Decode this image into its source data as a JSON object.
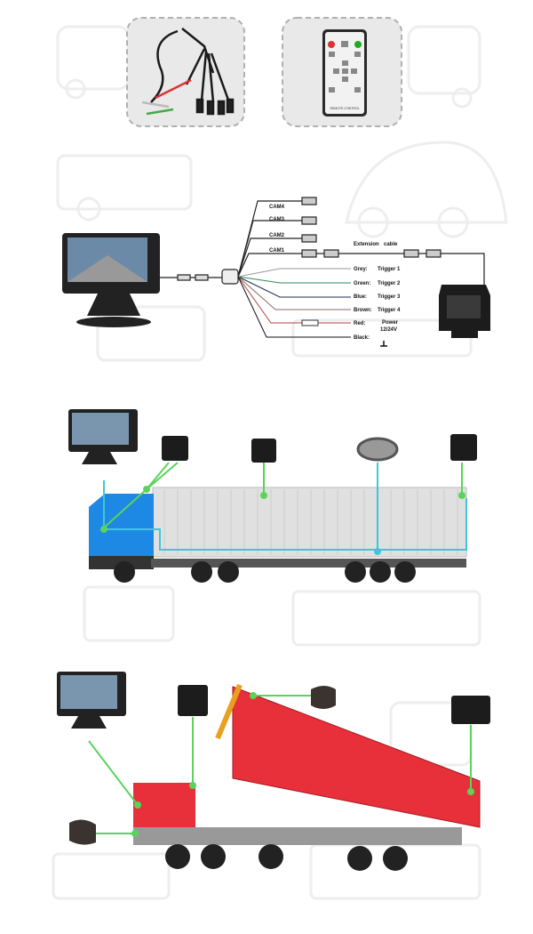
{
  "accessories": {
    "cable_panel": {
      "icon": "multi-connector-cable"
    },
    "remote_panel": {
      "icon": "remote-control",
      "label": "REMOTE CONTROL"
    }
  },
  "wiring": {
    "cameras": [
      "CAM4",
      "CAM3",
      "CAM2",
      "CAM1"
    ],
    "extension_label": "Extension",
    "cable_label": "cable",
    "wires": [
      {
        "color_name": "Grey:",
        "function": "Trigger 1",
        "color": "#9a9a9a"
      },
      {
        "color_name": "Green:",
        "function": "Trigger 2",
        "color": "#2e8b57"
      },
      {
        "color_name": "Blue:",
        "function": "Trigger 3",
        "color": "#222a55"
      },
      {
        "color_name": "Brown:",
        "function": "Trigger 4",
        "color": "#8a6a60"
      },
      {
        "color_name": "Red:",
        "function": "Power",
        "function2": "12/24V",
        "color": "#b04040"
      },
      {
        "color_name": "Black:",
        "function": "",
        "color": "#111111"
      }
    ]
  },
  "colors": {
    "green_line": "#5bd35b",
    "cyan_line": "#3fc7d8",
    "truck_blue": "#1e88e5",
    "dump_red": "#e8303a"
  }
}
